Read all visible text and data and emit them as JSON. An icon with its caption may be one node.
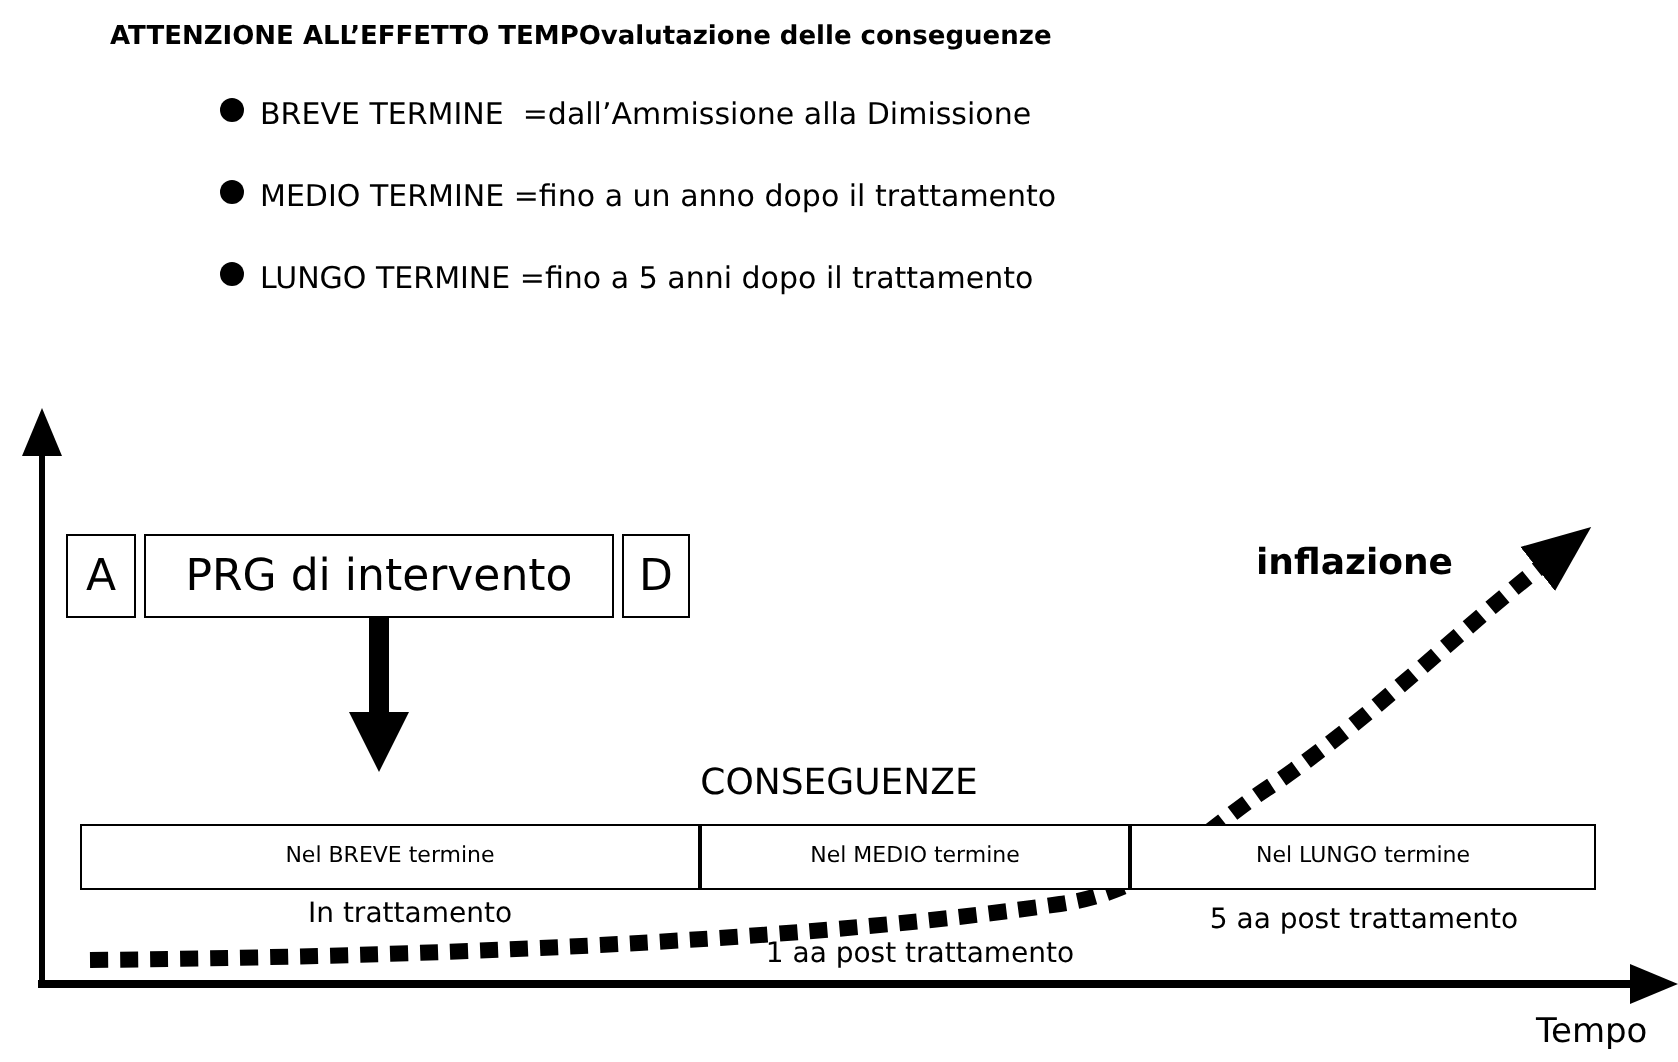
{
  "diagram": {
    "title": "ATTENZIONE ALL’EFFETTO TEMPOvalutazione delle conseguenze",
    "nodes": [
      {
        "text": [
          "A"
        ]
      },
      {
        "text": [
          "PRG di intervento"
        ]
      },
      {
        "text": [
          "D"
        ]
      },
      {
        "text": [
          "CONSEGUENZE"
        ]
      },
      {
        "text": [
          "Nel BREVE termine"
        ],
        "in": 3,
        "beside": [
          "In trattamento"
        ]
      },
      {
        "text": [
          "Nel MEDIO termine"
        ],
        "in": 3,
        "beside": [
          "1 aa post trattamento"
        ]
      },
      {
        "text": [
          "Nel LUNGO termine"
        ],
        "in": 3,
        "beside": [
          "5 aa post trattamento"
        ]
      }
    ],
    "edges": [
      {
        "from": 1,
        "to": 3,
        "arrow": "to"
      }
    ],
    "labels": [
      "BREVE TERMINE  =dall’Ammissione alla Dimissione",
      "MEDIO TERMINE =fino a un anno dopo il trattamento",
      "LUNGO TERMINE =fino a 5 anni dopo il trattamento",
      "inflazione",
      "Tempo"
    ]
  }
}
